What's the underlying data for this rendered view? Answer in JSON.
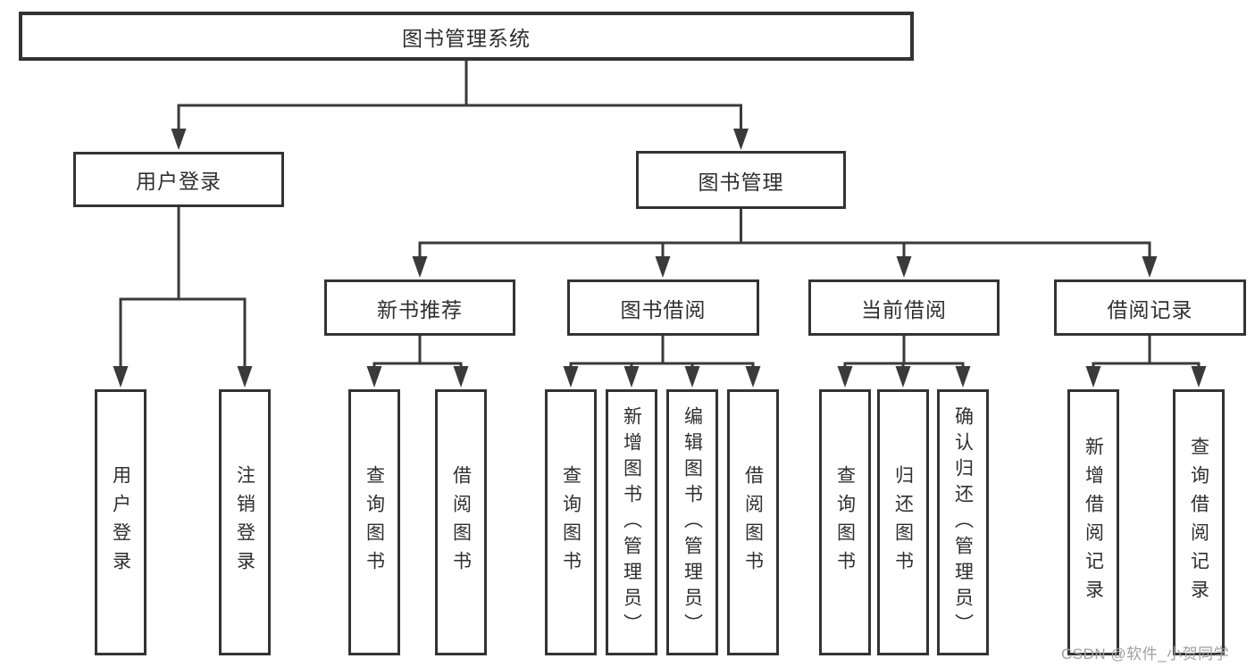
{
  "tree": {
    "label": "图书管理系统",
    "children": [
      {
        "label": "用户登录",
        "children": [
          {
            "label": "用户登录"
          },
          {
            "label": "注销登录"
          }
        ]
      },
      {
        "label": "图书管理",
        "children": [
          {
            "label": "新书推荐",
            "children": [
              {
                "label": "查询图书"
              },
              {
                "label": "借阅图书"
              }
            ]
          },
          {
            "label": "图书借阅",
            "children": [
              {
                "label": "查询图书"
              },
              {
                "label": "新增图书（管理员）"
              },
              {
                "label": "编辑图书（管理员）"
              },
              {
                "label": "借阅图书"
              }
            ]
          },
          {
            "label": "当前借阅",
            "children": [
              {
                "label": "查询图书"
              },
              {
                "label": "归还图书"
              },
              {
                "label": "确认归还（管理员）"
              }
            ]
          },
          {
            "label": "借阅记录",
            "children": [
              {
                "label": "新增借阅记录"
              },
              {
                "label": "查询借阅记录"
              }
            ]
          }
        ]
      }
    ]
  },
  "watermark": {
    "text": "CSDN @软件_小贺同学"
  },
  "colors": {
    "line": "#3a3a3a",
    "box_border": "#333333",
    "text": "#2f2f2f",
    "watermark": "#9f9f9f",
    "background": "#ffffff"
  }
}
